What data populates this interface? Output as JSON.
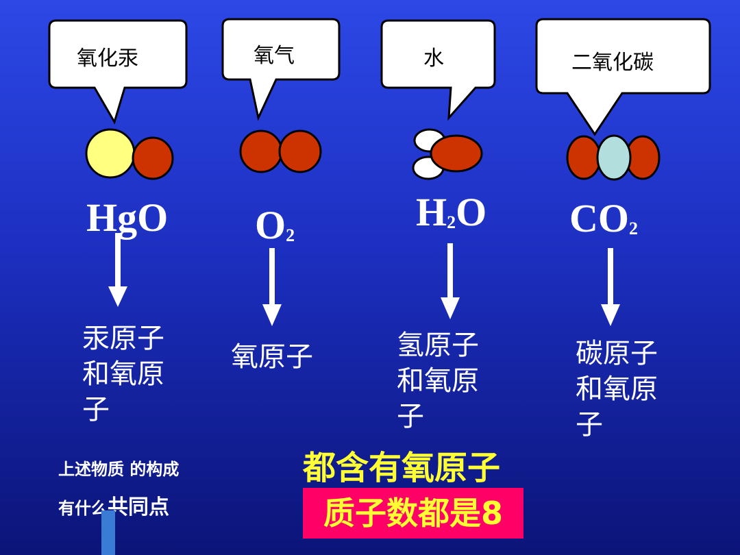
{
  "callouts": [
    "氧化汞",
    "氧气",
    "水",
    "二氧化碳"
  ],
  "formulas": [
    {
      "parts": [
        "HgO"
      ]
    },
    {
      "main": "O",
      "sub": "2"
    },
    {
      "pre": "H",
      "sub": "2",
      "post": "O"
    },
    {
      "main": "CO",
      "sub": "2"
    }
  ],
  "descriptions": [
    "汞原子\n和氧原\n子",
    "氧原子",
    "氢原子\n和氧原\n子",
    "碳原子\n和氧原\n子"
  ],
  "question": {
    "line1": "上述物质 的构成",
    "line2_a": "有什么",
    "line2_b": "共同点"
  },
  "answers": {
    "contains_oxygen": "都含有氧原子",
    "proton_count": "质子数都是8"
  },
  "colors": {
    "oxygen": "#cc3300",
    "mercury": "#ffff80",
    "hydrogen": "#ffffff",
    "carbon": "#b3dede",
    "answer_text": "#ffff33",
    "answer_bg": "#ff0066"
  }
}
